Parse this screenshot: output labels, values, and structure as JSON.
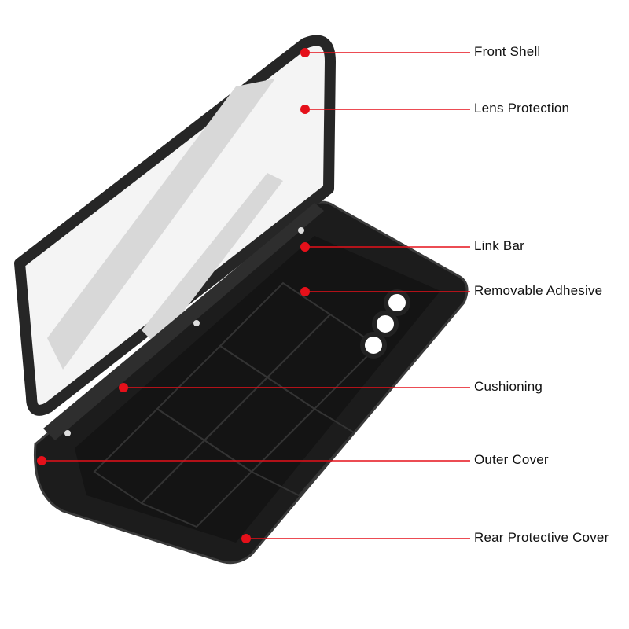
{
  "colors": {
    "callout": "#e5101a",
    "product": "#1c1c1c",
    "frame": "#2a2a2a",
    "glass": "#f2f2f2"
  },
  "callouts": [
    {
      "label": "Front Shell"
    },
    {
      "label": "Lens Protection"
    },
    {
      "label": "Link Bar"
    },
    {
      "label": "Removable Adhesive"
    },
    {
      "label": "Cushioning"
    },
    {
      "label": "Outer Cover"
    },
    {
      "label": "Rear Protective Cover"
    }
  ]
}
